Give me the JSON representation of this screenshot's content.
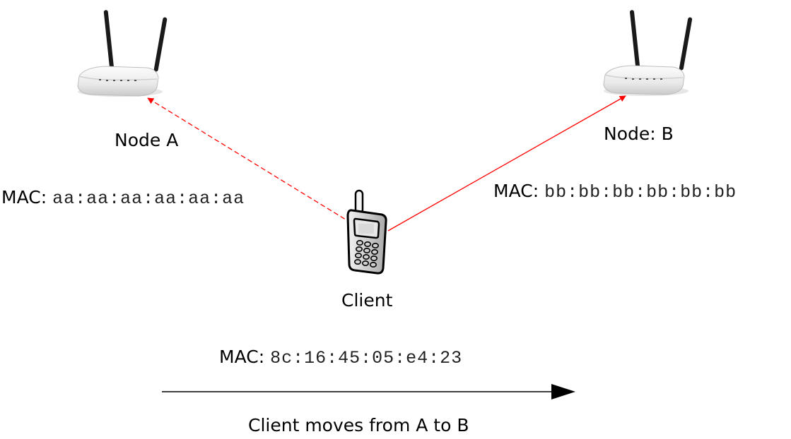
{
  "nodes": {
    "a": {
      "name": "Node A",
      "mac_prefix": "MAC:",
      "mac": "aa:aa:aa:aa:aa:aa"
    },
    "b": {
      "name": "Node: B",
      "mac_prefix": "MAC:",
      "mac": "bb:bb:bb:bb:bb:bb"
    }
  },
  "client": {
    "name": "Client",
    "mac_prefix": "MAC:",
    "mac": "8c:16:45:05:e4:23"
  },
  "caption": "Client moves from A to B",
  "icons": {
    "node_a": "wireless-router-icon",
    "node_b": "wireless-router-icon",
    "client": "mobile-phone-icon"
  },
  "links": [
    {
      "from": "client",
      "to": "node_a",
      "style": "dashed",
      "color": "#ff0000"
    },
    {
      "from": "client",
      "to": "node_b",
      "style": "solid",
      "color": "#ff0000"
    }
  ],
  "movement_arrow_color": "#000000"
}
